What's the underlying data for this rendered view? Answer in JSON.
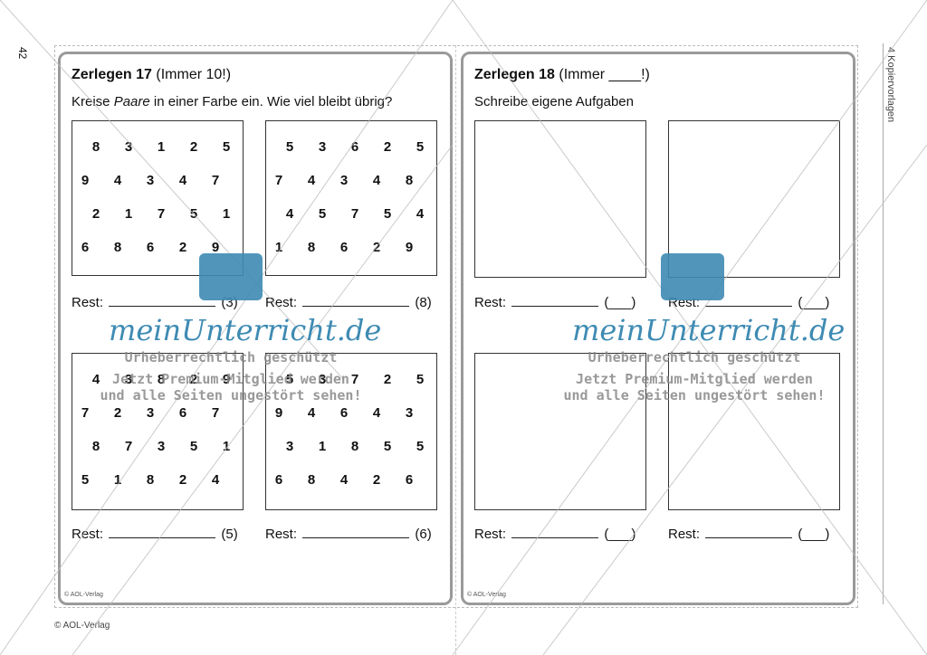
{
  "page_number": "42",
  "side_label": "4 Kopiervorlagen",
  "footer": "© AOL-Verlag",
  "card_left": {
    "title_bold": "Zerlegen 17",
    "title_rest": " (Immer 10!)",
    "instruction_a": "Kreise ",
    "instruction_em": "Paare",
    "instruction_b": " in einer Farbe ein. Wie viel bleibt übrig?",
    "copyright": "© AOL-Verlag",
    "boxes": [
      {
        "rows": [
          [
            "8",
            "3",
            "1",
            "2",
            "5"
          ],
          [
            "9",
            "4",
            "3",
            "4",
            "7"
          ],
          [
            "2",
            "1",
            "7",
            "5",
            "1"
          ],
          [
            "6",
            "8",
            "6",
            "2",
            "9"
          ]
        ],
        "rest_label": "Rest:",
        "rest_value": "(3)"
      },
      {
        "rows": [
          [
            "5",
            "3",
            "6",
            "2",
            "5"
          ],
          [
            "7",
            "4",
            "3",
            "4",
            "8"
          ],
          [
            "4",
            "5",
            "7",
            "5",
            "4"
          ],
          [
            "1",
            "8",
            "6",
            "2",
            "9"
          ]
        ],
        "rest_label": "Rest:",
        "rest_value": "(8)"
      },
      {
        "rows": [
          [
            "4",
            "3",
            "8",
            "2",
            "9"
          ],
          [
            "7",
            "2",
            "3",
            "6",
            "7"
          ],
          [
            "8",
            "7",
            "3",
            "5",
            "1"
          ],
          [
            "5",
            "1",
            "8",
            "2",
            "4"
          ]
        ],
        "rest_label": "Rest:",
        "rest_value": "(5)"
      },
      {
        "rows": [
          [
            "5",
            "3",
            "7",
            "2",
            "5"
          ],
          [
            "9",
            "4",
            "6",
            "4",
            "3"
          ],
          [
            "3",
            "1",
            "8",
            "5",
            "5"
          ],
          [
            "6",
            "8",
            "4",
            "2",
            "6"
          ]
        ],
        "rest_label": "Rest:",
        "rest_value": "(6)"
      }
    ]
  },
  "card_right": {
    "title_bold": "Zerlegen 18",
    "title_rest": " (Immer ____!)",
    "instruction": "Schreibe eigene Aufgaben",
    "copyright": "© AOL-Verlag",
    "rest_label": "Rest:",
    "rest_value": "(___)"
  },
  "watermark": {
    "logo": "meinUnterricht.de",
    "line1": "Urheberrechtlich geschützt",
    "line2": "Jetzt Premium-Mitglied werden",
    "line3": "und alle Seiten ungestört sehen!"
  }
}
